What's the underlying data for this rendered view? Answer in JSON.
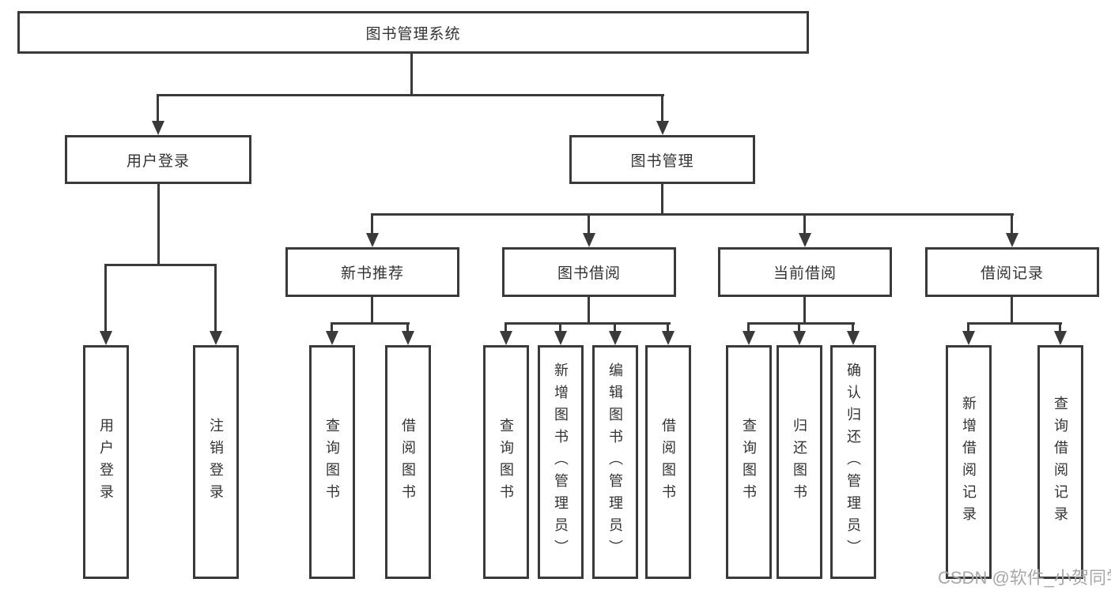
{
  "nodes": {
    "root": "图书管理系统",
    "user_login": "用户登录",
    "book_mgmt": "图书管理",
    "new_book": "新书推荐",
    "book_borrow": "图书借阅",
    "current_borrow": "当前借阅",
    "borrow_records": "借阅记录",
    "leaf_user_login": "用户登录",
    "leaf_logout": "注销登录",
    "leaf_nb_query": "查询图书",
    "leaf_nb_borrow": "借阅图书",
    "leaf_bb_query": "查询图书",
    "leaf_bb_add": "新增图书（管理员）",
    "leaf_bb_edit": "编辑图书（管理员）",
    "leaf_bb_borrow": "借阅图书",
    "leaf_cb_query": "查询图书",
    "leaf_cb_return": "归还图书",
    "leaf_cb_confirm": "确认归还（管理员）",
    "leaf_br_add": "新增借阅记录",
    "leaf_br_query": "查询借阅记录"
  },
  "colors": {
    "line": "#3a3a3a",
    "text": "#333333",
    "watermark": "#a8a8a8"
  },
  "watermark": "CSDN @软件_小贺同学"
}
